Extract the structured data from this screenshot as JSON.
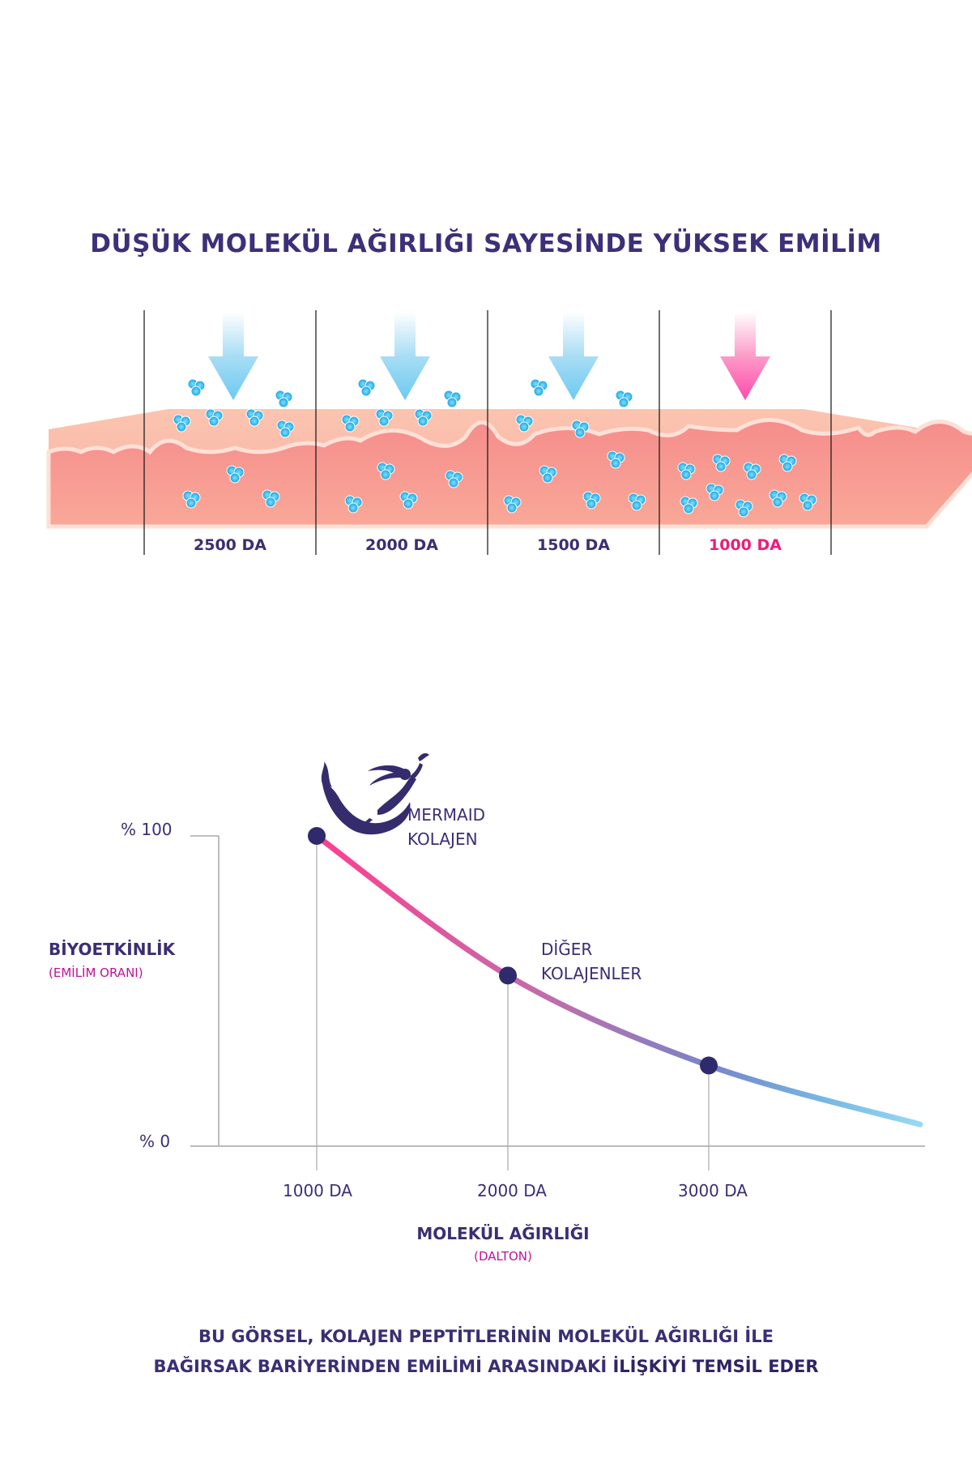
{
  "title": "DÜŞÜK MOLEKÜL AĞIRLIĞI SAYESİNDE YÜKSEK EMİLİM",
  "absorption_columns": [
    {
      "label": "2500 DA",
      "highlight": false
    },
    {
      "label": "2000 DA",
      "highlight": false
    },
    {
      "label": "1500 DA",
      "highlight": false
    },
    {
      "label": "1000 DA",
      "highlight": true
    }
  ],
  "chart_data": {
    "type": "line",
    "y_axis": {
      "label": "BİYOETKİNLİK",
      "sublabel": "(EMİLİM ORANI)",
      "tick_top": "% 100",
      "tick_bottom": "% 0",
      "ylim": [
        0,
        100
      ]
    },
    "x_axis": {
      "label": "MOLEKÜL AĞIRLIĞI",
      "sublabel": "(DALTON)",
      "ticks": [
        "1000 DA",
        "2000 DA",
        "3000 DA"
      ]
    },
    "x": [
      1000,
      2000,
      3000
    ],
    "values": [
      100,
      55,
      26
    ],
    "curve_end": {
      "x": 4000,
      "y": 7
    },
    "annotations": [
      {
        "line1": "MERMAID",
        "line2": "KOLAJEN"
      },
      {
        "line1": "DİĞER",
        "line2": "KOLAJENLER"
      }
    ]
  },
  "footer": {
    "line1": "BU GÖRSEL, KOLAJEN PEPTİTLERİNİN MOLEKÜL AĞIRLIĞI İLE",
    "line2_a": "BAĞIRSAK BARİYERİNDEN EMİLİMİ ARASINDAKİ ",
    "line2_b": "İLİŞKİYİ TEMSİL EDER"
  },
  "colors": {
    "navy": "#3a2f73",
    "pink": "#ff3d8f",
    "magenta": "#c0129a",
    "blue": "#1a9ad8",
    "arrow_blue": "#6ccaf0",
    "skin": "#f8a69c"
  }
}
